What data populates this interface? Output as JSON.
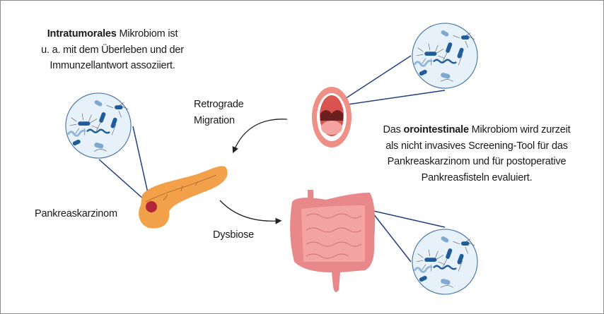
{
  "intratumoral_note": {
    "bold": "Intratumorales",
    "line1_rest": " Mikrobiom ist",
    "line2": "u. a. mit dem Überleben und der",
    "line3": "Immunzellantwort assoziiert."
  },
  "orointestinal_note": {
    "line1_start": "Das ",
    "bold": "orointestinale",
    "line1_rest": " Mikrobiom wird zurzeit",
    "line2": "als nicht invasives Screening-Tool für das",
    "line3": "Pankreaskarzinom und für postoperative",
    "line4": "Pankreasfisteln evaluiert."
  },
  "labels": {
    "retrograde_line1": "Retrograde",
    "retrograde_line2": "Migration",
    "pancreas": "Pankreaskarzinom",
    "dysbiosis": "Dysbiose"
  },
  "colors": {
    "bacteria_dark": "#1f5c99",
    "bacteria_light": "#8fb6d9",
    "circle_fill": "#e6f1fa",
    "circle_stroke": "#4a76a8",
    "pancreas": "#f2a04a",
    "tumor": "#b3263a",
    "intestine": "#e8888a",
    "mouth": "#ef8f86",
    "pointer_line": "#243f7a"
  }
}
